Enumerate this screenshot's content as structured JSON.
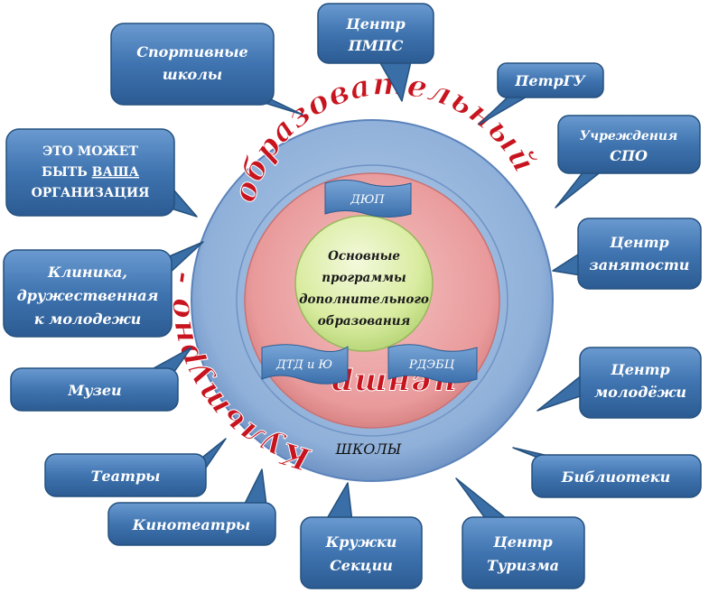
{
  "ring": {
    "top_arc": "образовательный",
    "left_arc": "Культурно -",
    "bottom_arc": "центр"
  },
  "core": {
    "lines": [
      "Основные",
      "программы",
      "дополнительного",
      "образования"
    ]
  },
  "banners": {
    "dyup": "ДЮП",
    "dtd": "ДТД и Ю",
    "rdebts": "РДЭБЦ"
  },
  "schools": "ШКОЛЫ",
  "callouts": {
    "sport": [
      "Спортивные",
      "школы"
    ],
    "pmps": [
      "Центр",
      "ПМПС"
    ],
    "petrgu": [
      "ПетрГУ"
    ],
    "spo": [
      "Учреждения",
      "СПО"
    ],
    "org": [
      "ЭТО МОЖЕТ",
      "БЫТЬ ",
      "ВАША",
      "ОРГАНИЗАЦИЯ"
    ],
    "clinic": [
      "Клиника,",
      "дружественная",
      "к молодежи"
    ],
    "employment": [
      "Центр",
      "занятости"
    ],
    "youth": [
      "Центр",
      "молодёжи"
    ],
    "museums": [
      "Музеи"
    ],
    "theatres": [
      "Театры"
    ],
    "cinemas": [
      "Кинотеатры"
    ],
    "clubs": [
      "Кружки",
      "Секции"
    ],
    "tourism": [
      "Центр",
      "Туризма"
    ],
    "libraries": [
      "Библиотеки"
    ]
  },
  "colors": {
    "outer_ring": "#8fb0d9",
    "middle_ring": "#e99a9b",
    "core": "#d9eca0",
    "callout": "#3a6ea6",
    "arc_text": "#c8141e"
  }
}
